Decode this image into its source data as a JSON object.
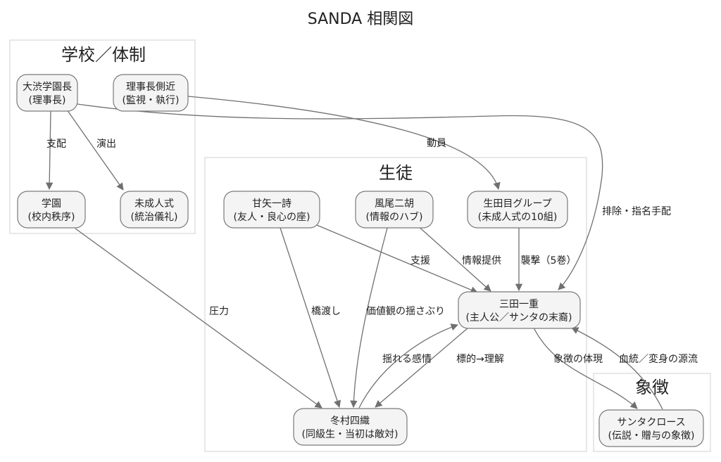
{
  "title": "SANDA 相関図",
  "clusters": {
    "school": "学校／体制",
    "students": "生徒",
    "symbol": "象徴"
  },
  "nodes": {
    "ootaka": [
      "大渋学園長",
      "(理事長)"
    ],
    "aide": [
      "理事長側近",
      "(監視・執行)"
    ],
    "gakuen": [
      "学園",
      "(校内秩序)"
    ],
    "miseijin": [
      "未成人式",
      "(統治儀礼)"
    ],
    "amaya": [
      "甘矢一詩",
      "(友人・良心の座)"
    ],
    "kazao": [
      "風尾二胡",
      "(情報のハブ)"
    ],
    "ikutame": [
      "生田目グループ",
      "(未成人式の10組)"
    ],
    "mita": [
      "三田一重",
      "(主人公／サンタの末裔)"
    ],
    "fuyumura": [
      "冬村四織",
      "(同級生・当初は敵対)"
    ],
    "santa": [
      "サンタクロース",
      "(伝説・贈与の象徴)"
    ]
  },
  "edges": {
    "shihai": "支配",
    "enshutsu": "演出",
    "douin": "動員",
    "haijo": "排除・指名手配",
    "atsuryoku": "圧力",
    "shien": "支援",
    "hashiwatashi": "橋渡し",
    "kachikan": "価値観の揺さぶり",
    "jouhou": "情報提供",
    "shuugeki": "襲撃（5巻）",
    "yureru": "揺れる感情",
    "hyouteki": "標的→理解",
    "shouchou": "象徴の体現",
    "ketto": "血統／変身の源流"
  }
}
